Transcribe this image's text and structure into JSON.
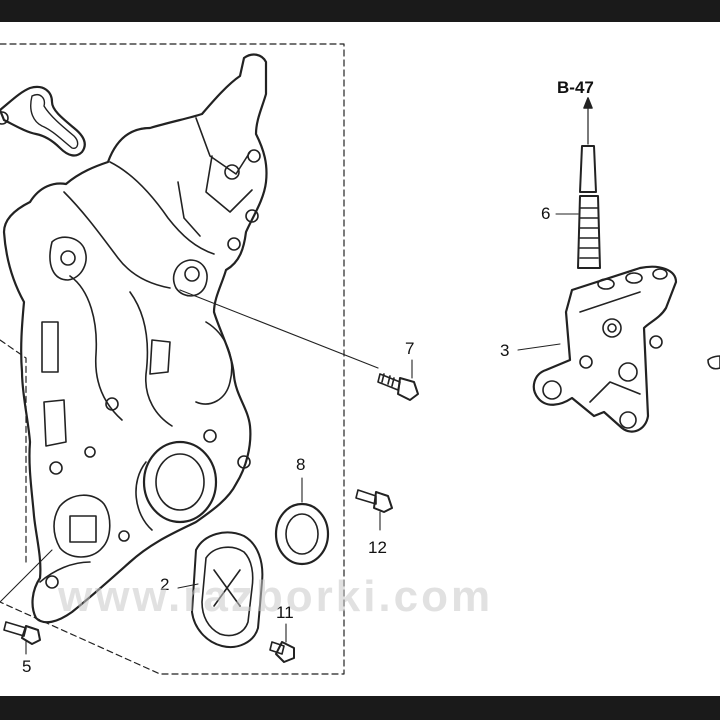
{
  "reference_label": "B-47",
  "watermark_text": "www.razborki.com",
  "callouts": {
    "c2": "2",
    "c3": "3",
    "c5": "5",
    "c6": "6",
    "c7": "7",
    "c8": "8",
    "c11": "11",
    "c12": "12"
  },
  "colors": {
    "frame_bars": "#1a1a1a",
    "line_art": "#222222",
    "background": "#ffffff",
    "watermark": "#c8c8c8"
  }
}
